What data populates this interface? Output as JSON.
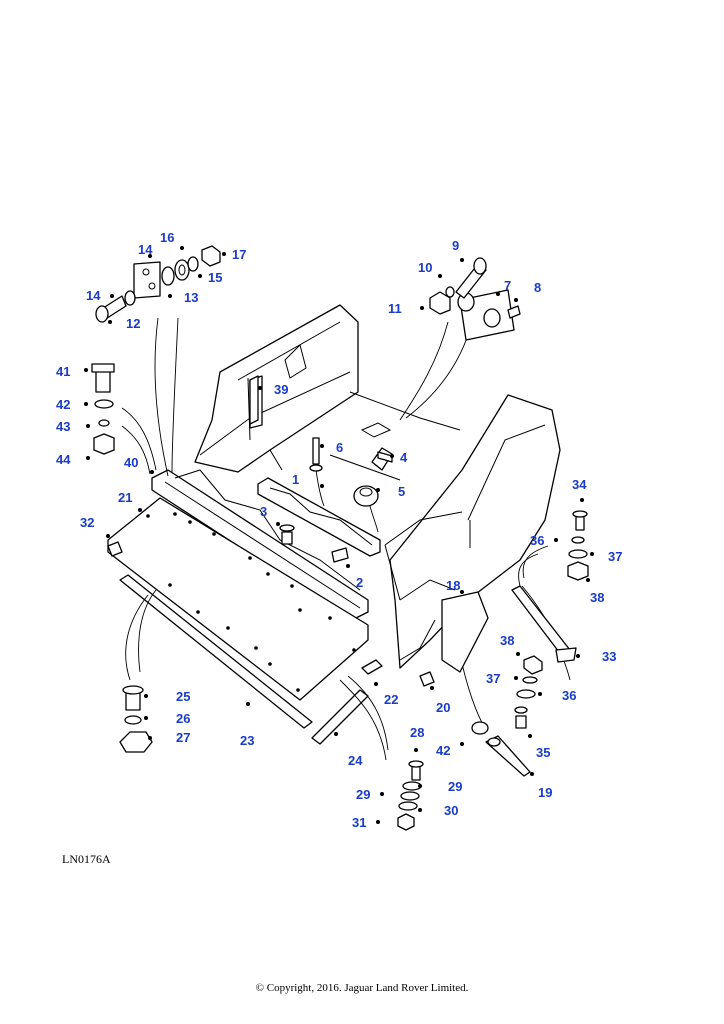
{
  "diagram": {
    "reference_code": "LN0176A",
    "copyright": "© Copyright, 2016. Jaguar Land Rover Limited.",
    "callout_color": "#1a3cc8",
    "callouts": [
      {
        "id": "c1",
        "label": "1"
      },
      {
        "id": "c2",
        "label": "2"
      },
      {
        "id": "c3",
        "label": "3"
      },
      {
        "id": "c4",
        "label": "4"
      },
      {
        "id": "c5",
        "label": "5"
      },
      {
        "id": "c6",
        "label": "6"
      },
      {
        "id": "c7",
        "label": "7"
      },
      {
        "id": "c8",
        "label": "8"
      },
      {
        "id": "c9",
        "label": "9"
      },
      {
        "id": "c10",
        "label": "10"
      },
      {
        "id": "c11",
        "label": "11"
      },
      {
        "id": "c12",
        "label": "12"
      },
      {
        "id": "c13",
        "label": "13"
      },
      {
        "id": "c14a",
        "label": "14"
      },
      {
        "id": "c14b",
        "label": "14"
      },
      {
        "id": "c15",
        "label": "15"
      },
      {
        "id": "c16",
        "label": "16"
      },
      {
        "id": "c17",
        "label": "17"
      },
      {
        "id": "c18",
        "label": "18"
      },
      {
        "id": "c19",
        "label": "19"
      },
      {
        "id": "c20",
        "label": "20"
      },
      {
        "id": "c21",
        "label": "21"
      },
      {
        "id": "c22",
        "label": "22"
      },
      {
        "id": "c23",
        "label": "23"
      },
      {
        "id": "c24",
        "label": "24"
      },
      {
        "id": "c25",
        "label": "25"
      },
      {
        "id": "c26",
        "label": "26"
      },
      {
        "id": "c27",
        "label": "27"
      },
      {
        "id": "c28",
        "label": "28"
      },
      {
        "id": "c29a",
        "label": "29"
      },
      {
        "id": "c29b",
        "label": "29"
      },
      {
        "id": "c30",
        "label": "30"
      },
      {
        "id": "c31",
        "label": "31"
      },
      {
        "id": "c32",
        "label": "32"
      },
      {
        "id": "c33",
        "label": "33"
      },
      {
        "id": "c34",
        "label": "34"
      },
      {
        "id": "c35",
        "label": "35"
      },
      {
        "id": "c36a",
        "label": "36"
      },
      {
        "id": "c36b",
        "label": "36"
      },
      {
        "id": "c37a",
        "label": "37"
      },
      {
        "id": "c37b",
        "label": "37"
      },
      {
        "id": "c38a",
        "label": "38"
      },
      {
        "id": "c38b",
        "label": "38"
      },
      {
        "id": "c39",
        "label": "39"
      },
      {
        "id": "c40",
        "label": "40"
      },
      {
        "id": "c41",
        "label": "41"
      },
      {
        "id": "c42a",
        "label": "42"
      },
      {
        "id": "c42b",
        "label": "42"
      },
      {
        "id": "c43",
        "label": "43"
      },
      {
        "id": "c44",
        "label": "44"
      }
    ]
  }
}
